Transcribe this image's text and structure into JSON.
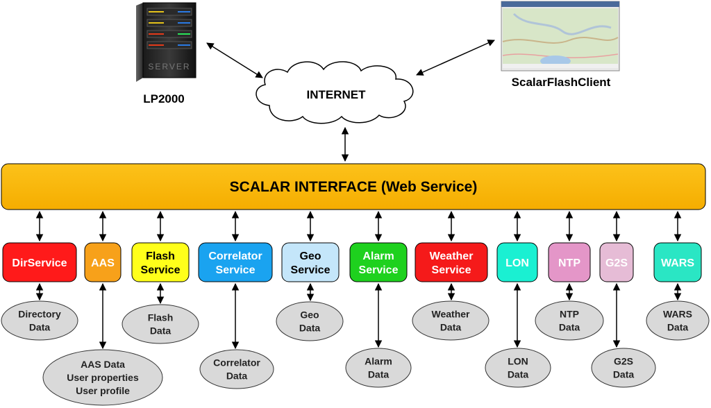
{
  "server": {
    "label": "LP2000",
    "logo_text": "SERVER"
  },
  "client": {
    "label": "ScalarFlashClient"
  },
  "internet": {
    "label": "INTERNET"
  },
  "interface": {
    "label": "SCALAR INTERFACE (Web Service)",
    "color": "#fbb900"
  },
  "services": [
    {
      "id": "dirservice",
      "lines": [
        "DirService"
      ],
      "color": "#ff1a1a",
      "text_color": "#ffffff"
    },
    {
      "id": "aas",
      "lines": [
        "AAS"
      ],
      "color": "#f7a11a",
      "text_color": "#ffffff"
    },
    {
      "id": "flash",
      "lines": [
        "Flash",
        "Service"
      ],
      "color": "#ffff1a",
      "text_color": "#000000"
    },
    {
      "id": "correlator",
      "lines": [
        "Correlator",
        "Service"
      ],
      "color": "#1aa3f0",
      "text_color": "#ffffff"
    },
    {
      "id": "geo",
      "lines": [
        "Geo",
        "Service"
      ],
      "color": "#c4e6fa",
      "text_color": "#000000"
    },
    {
      "id": "alarm",
      "lines": [
        "Alarm",
        "Service"
      ],
      "color": "#1ed11e",
      "text_color": "#ffffff"
    },
    {
      "id": "weather",
      "lines": [
        "Weather",
        "Service"
      ],
      "color": "#f51a1a",
      "text_color": "#ffffff"
    },
    {
      "id": "lon",
      "lines": [
        "LON"
      ],
      "color": "#1af0d2",
      "text_color": "#ffffff"
    },
    {
      "id": "ntp",
      "lines": [
        "NTP"
      ],
      "color": "#e496c8",
      "text_color": "#ffffff"
    },
    {
      "id": "g2s",
      "lines": [
        "G2S"
      ],
      "color": "#e6bcd6",
      "text_color": "#ffffff"
    },
    {
      "id": "wars",
      "lines": [
        "WARS"
      ],
      "color": "#2ae6c4",
      "text_color": "#ffffff"
    }
  ],
  "data_stores": [
    {
      "id": "directory-data",
      "service": "dirservice",
      "lines": [
        "Directory",
        "Data"
      ]
    },
    {
      "id": "aas-data",
      "service": "aas",
      "lines": [
        "AAS Data",
        "User properties",
        "User profile"
      ]
    },
    {
      "id": "flash-data",
      "service": "flash",
      "lines": [
        "Flash",
        "Data"
      ]
    },
    {
      "id": "correlator-data",
      "service": "correlator",
      "lines": [
        "Correlator",
        "Data"
      ]
    },
    {
      "id": "geo-data",
      "service": "geo",
      "lines": [
        "Geo",
        "Data"
      ]
    },
    {
      "id": "alarm-data",
      "service": "alarm",
      "lines": [
        "Alarm",
        "Data"
      ]
    },
    {
      "id": "weather-data",
      "service": "weather",
      "lines": [
        "Weather",
        "Data"
      ]
    },
    {
      "id": "lon-data",
      "service": "lon",
      "lines": [
        "LON",
        "Data"
      ]
    },
    {
      "id": "ntp-data",
      "service": "ntp",
      "lines": [
        "NTP",
        "Data"
      ]
    },
    {
      "id": "g2s-data",
      "service": "g2s",
      "lines": [
        "G2S",
        "Data"
      ]
    },
    {
      "id": "wars-data",
      "service": "wars",
      "lines": [
        "WARS",
        "Data"
      ]
    }
  ],
  "colors": {
    "ellipse_fill": "#d9d9d9",
    "ellipse_stroke": "#333333",
    "arrow": "#000000"
  }
}
